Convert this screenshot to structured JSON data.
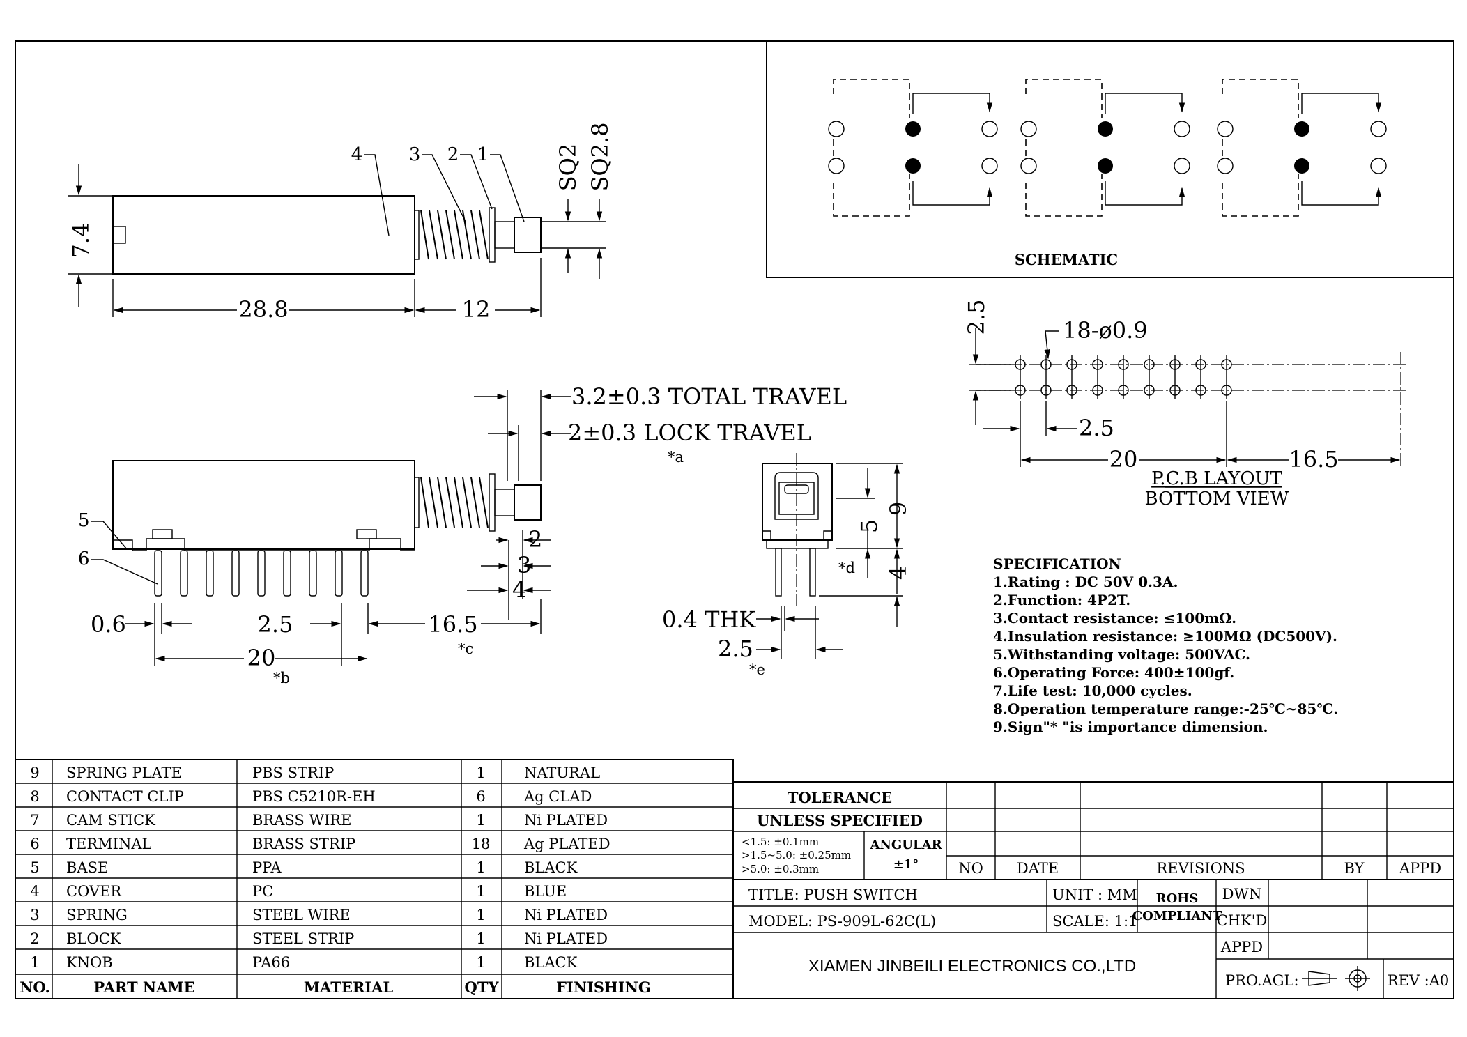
{
  "schematic": {
    "label": "SCHEMATIC"
  },
  "pcb": {
    "holes": "18-ø0.9",
    "pitch": "2.5",
    "row_pitch": "2.5",
    "width": "20",
    "offset": "16.5",
    "title": "P.C.B LAYOUT",
    "subtitle": "BOTTOM VIEW"
  },
  "top_view": {
    "length": "28.8",
    "stroke": "12",
    "height": "7.4",
    "sq2": "SQ2",
    "sq28": "SQ2.8",
    "callouts": [
      "4",
      "3",
      "2",
      "1"
    ]
  },
  "side_view": {
    "total_travel": "3.2±0.3 TOTAL TRAVEL",
    "lock_travel": "2±0.3 LOCK TRAVEL",
    "mark_a": "*a",
    "callouts": [
      "5",
      "6"
    ],
    "pin_w": "0.6",
    "pitch": "2.5",
    "span": "20",
    "mark_b": "*b",
    "offset": "16.5",
    "mark_c": "*c",
    "h2": "2",
    "h3": "3",
    "h4": "4"
  },
  "end_view": {
    "h9": "9",
    "h5": "5",
    "h4": "4",
    "mark_d": "*d",
    "thk": "0.4 THK",
    "pitch": "2.5",
    "mark_e": "*e"
  },
  "specification": {
    "heading": "SPECIFICATION",
    "items": [
      "1.Rating : DC 50V 0.3A.",
      "2.Function: 4P2T.",
      "3.Contact resistance: ≤100mΩ.",
      "4.Insulation resistance: ≥100MΩ (DC500V).",
      "5.Withstanding voltage: 500VAC.",
      "6.Operating Force: 400±100gf.",
      "7.Life test: 10,000 cycles.",
      "8.Operation temperature range:-25℃~85℃.",
      "9.Sign\"* \"is importance dimension."
    ]
  },
  "bom": {
    "headers": {
      "no": "NO.",
      "part": "PART NAME",
      "material": "MATERIAL",
      "qty": "QTY",
      "finishing": "FINISHING"
    },
    "rows": [
      {
        "no": "9",
        "part": "SPRING PLATE",
        "material": "PBS STRIP",
        "qty": "1",
        "finishing": "NATURAL"
      },
      {
        "no": "8",
        "part": "CONTACT CLIP",
        "material": "PBS C5210R-EH",
        "qty": "6",
        "finishing": "Ag CLAD"
      },
      {
        "no": "7",
        "part": "CAM STICK",
        "material": "BRASS WIRE",
        "qty": "1",
        "finishing": "Ni PLATED"
      },
      {
        "no": "6",
        "part": "TERMINAL",
        "material": "BRASS STRIP",
        "qty": "18",
        "finishing": "Ag PLATED"
      },
      {
        "no": "5",
        "part": "BASE",
        "material": "PPA",
        "qty": "1",
        "finishing": "BLACK"
      },
      {
        "no": "4",
        "part": "COVER",
        "material": "PC",
        "qty": "1",
        "finishing": "BLUE"
      },
      {
        "no": "3",
        "part": "SPRING",
        "material": "STEEL WIRE",
        "qty": "1",
        "finishing": "Ni PLATED"
      },
      {
        "no": "2",
        "part": "BLOCK",
        "material": "STEEL STRIP",
        "qty": "1",
        "finishing": "Ni PLATED"
      },
      {
        "no": "1",
        "part": "KNOB",
        "material": "PA66",
        "qty": "1",
        "finishing": "BLACK"
      }
    ]
  },
  "title_block": {
    "tolerance": "TOLERANCE",
    "unless": "UNLESS SPECIFIED",
    "tol_lines": [
      "<1.5: ±0.1mm",
      ">1.5~5.0: ±0.25mm",
      ">5.0: ±0.3mm"
    ],
    "angular": "ANGULAR",
    "angular_val": "±1°",
    "rev_no": "NO",
    "rev_date": "DATE",
    "revisions": "REVISIONS",
    "by": "BY",
    "appd": "APPD",
    "title": "TITLE: PUSH SWITCH",
    "model": "MODEL: PS-909L-62C(L)",
    "unit": "UNIT : MM",
    "scale": "SCALE: 1:1",
    "rohs": "ROHS",
    "compliant": "COMPLIANT",
    "dwn": "DWN",
    "chkd": "CHK'D",
    "appd2": "APPD",
    "company": "XIAMEN JINBEILI ELECTRONICS CO.,LTD",
    "proagl": "PRO.AGL:",
    "rev": "REV :A0"
  }
}
